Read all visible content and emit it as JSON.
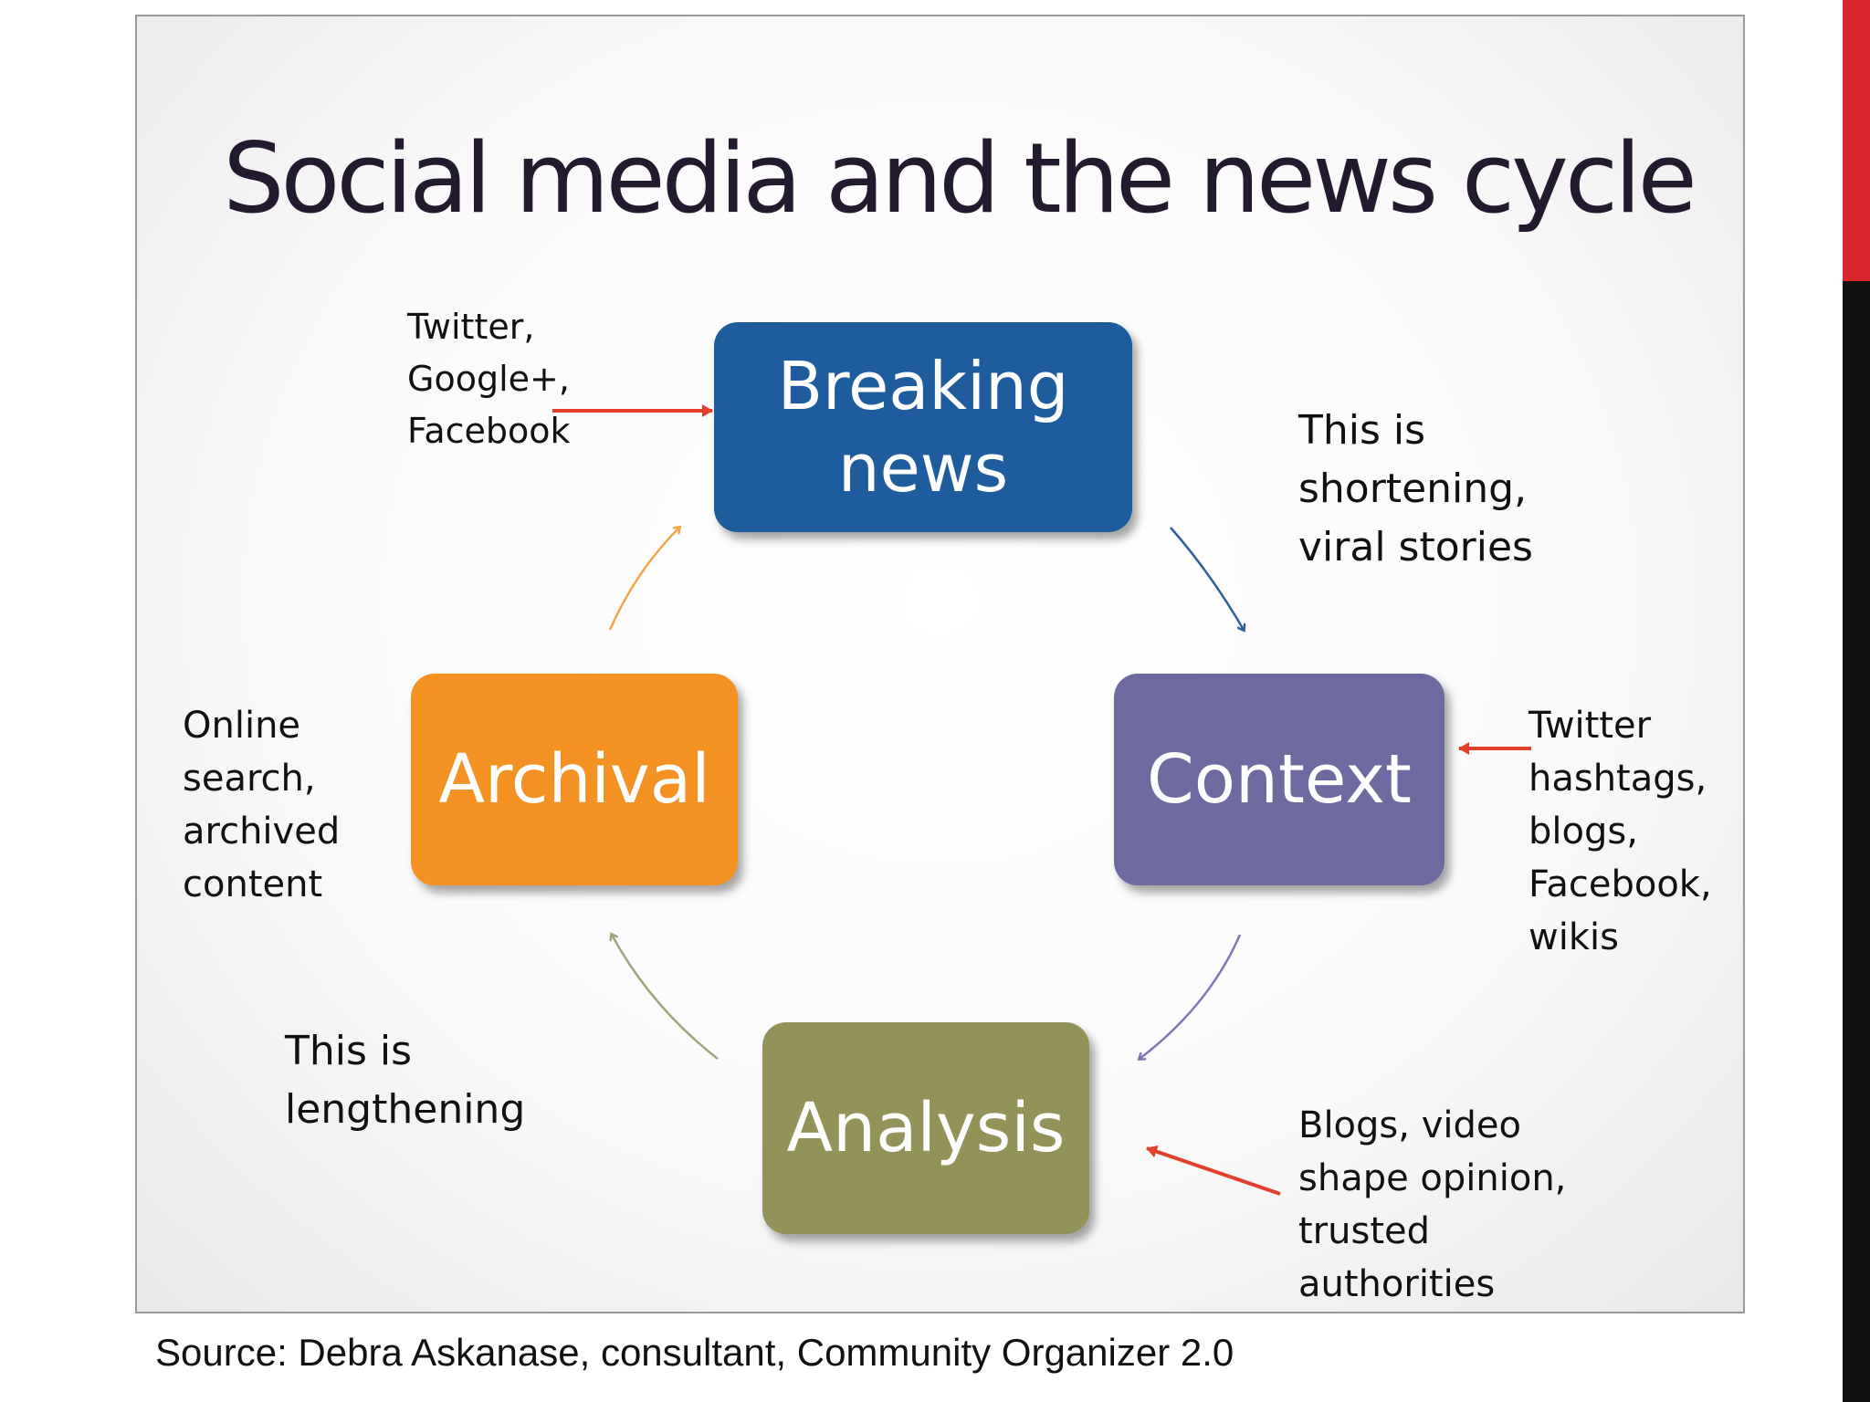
{
  "slide": {
    "title": "Social media and the news cycle",
    "caption": "Source: Debra Askanase, consultant, Community Organizer 2.0"
  },
  "nodes": {
    "breaking": {
      "label": "Breaking\nnews",
      "color": "#1f5c9e"
    },
    "context": {
      "label": "Context",
      "color": "#6c6a9e"
    },
    "analysis": {
      "label": "Analysis",
      "color": "#939259"
    },
    "archival": {
      "label": "Archival",
      "color": "#f39223"
    }
  },
  "notes": {
    "breaking_sources": "Twitter,\nGoogle+,\nFacebook",
    "shortening": "This is\nshortening,\nviral stories",
    "context_sources": "Twitter\nhashtags,\nblogs,\nFacebook,\nwikis",
    "archival_sources": "Online\nsearch,\narchived\ncontent",
    "lengthening": "This is\nlengthening",
    "analysis_sources": "Blogs, video\nshape opinion,\ntrusted\nauthorities"
  },
  "colors": {
    "input_arrow": "#e0402c",
    "sidebar_accent": "#d8272d",
    "sidebar_dark": "#111111"
  }
}
